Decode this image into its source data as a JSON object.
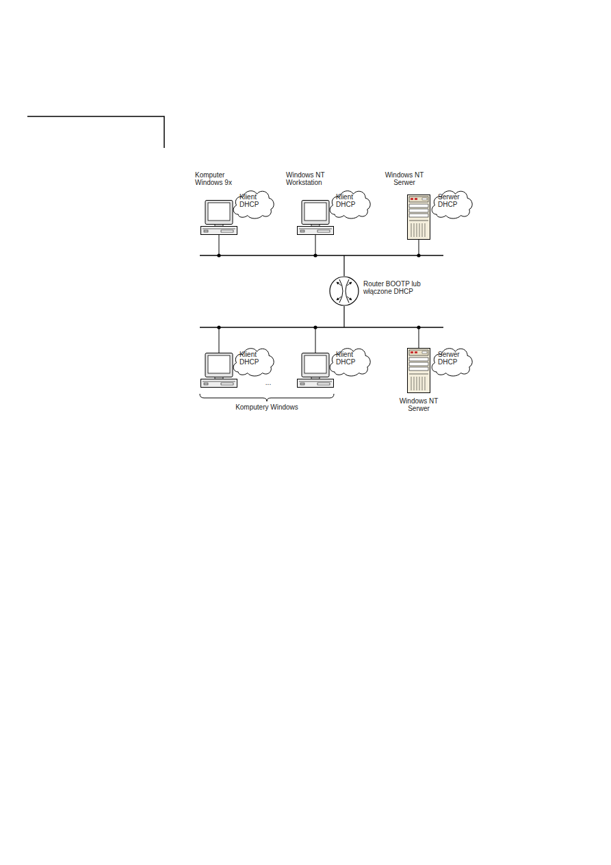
{
  "diagram": {
    "nodes": [
      {
        "text": [
          "Klient DHCP"
        ]
      },
      {
        "text": [
          "Klient DHCP"
        ]
      },
      {
        "text": [
          "Serwer DHCP"
        ]
      },
      {
        "text": [
          "Router BOOTP lub włączone DHCP"
        ]
      },
      {
        "text": [
          "Klient DHCP"
        ]
      },
      {
        "text": [
          "Klient DHCP"
        ]
      },
      {
        "text": [
          "Serwer DHCP"
        ]
      }
    ],
    "labels": [
      "Komputer Windows 9x",
      "Windows NT Workstation",
      "Windows NT Serwer",
      "...",
      "Komputery Windows",
      "Windows NT Serwer"
    ]
  }
}
